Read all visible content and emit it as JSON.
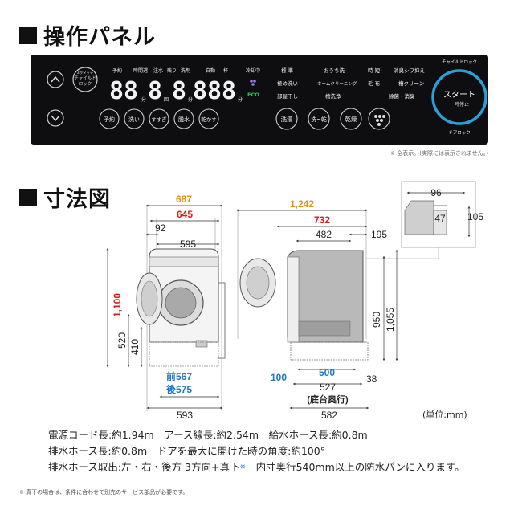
{
  "sections": {
    "panel_title": "操作パネル",
    "dims_title": "寸法図"
  },
  "panel": {
    "child_lock_top": "チャイルドロック",
    "door_lock": "ドアロック",
    "small_btn": [
      "3秒タッチ",
      "チャイルド",
      "ロック"
    ],
    "display_labels": [
      "予約",
      "時間選",
      "注水",
      "残り",
      "洗剤",
      "自動",
      "杯"
    ],
    "display_digits": [
      "88",
      "8",
      "8",
      "8",
      "88"
    ],
    "display_units": [
      "分",
      "回",
      "分",
      "分"
    ],
    "drying": "冷却中",
    "eco": "ECO",
    "bottom_buttons": [
      "予約",
      "洗い",
      "すすぎ",
      "脱水",
      "乾かす"
    ],
    "courses": [
      "標 準",
      "おうち洗",
      "時 短",
      "消臭シワ抑え",
      "極め洗い",
      "ホームクリーニング",
      "毛 布",
      "槽クリーン",
      "部屋干し",
      "槽洗浄",
      "除菌・消臭"
    ],
    "mode_buttons": [
      "洗濯",
      "洗~乾",
      "乾燥"
    ],
    "start": "スタート",
    "pause": "一時停止"
  },
  "display_note": "※ 全表示。(実際には表示されません。)",
  "dims": {
    "front_total_w": "687",
    "front_body_w": "645",
    "front_door_offset": "92",
    "front_door_w": "595",
    "height_total": "1,100",
    "height_520": "520",
    "height_410": "410",
    "feet_front": "前567",
    "feet_rear": "後575",
    "base_593": "593",
    "side_total": "1,242",
    "side_732": "732",
    "side_482": "482",
    "side_195": "195",
    "side_950": "950",
    "side_1055": "1,055",
    "side_100": "100",
    "side_500": "500",
    "side_38": "38",
    "side_527": "527",
    "base_depth_note": "(底台奥行)",
    "side_582": "582",
    "inset_96": "96",
    "inset_47": "47",
    "inset_105": "105"
  },
  "unit": "(単位:mm)",
  "specs": [
    "電源コード長:約1.94m　アース線長:約2.54m　給水ホース長:約0.8m",
    "排水ホース長:約0.8m　ドアを最大に開けた時の角度:約100°",
    "排水ホース取出:左・右・後方 3方向+真下",
    "内寸奥行540mm以上の防水パンに入ります。"
  ],
  "spec_mark": "※",
  "footnote": "※ 真下の場合は、条件に合わせて別売のサービス部品が必要です。",
  "colors": {
    "accent_orange": "#e8900e",
    "accent_red": "#d42020",
    "accent_blue": "#1f78c8",
    "panel_bg": "#0e0e10",
    "start_ring": "#2a9fd8",
    "eco_green": "#2fc45a"
  }
}
